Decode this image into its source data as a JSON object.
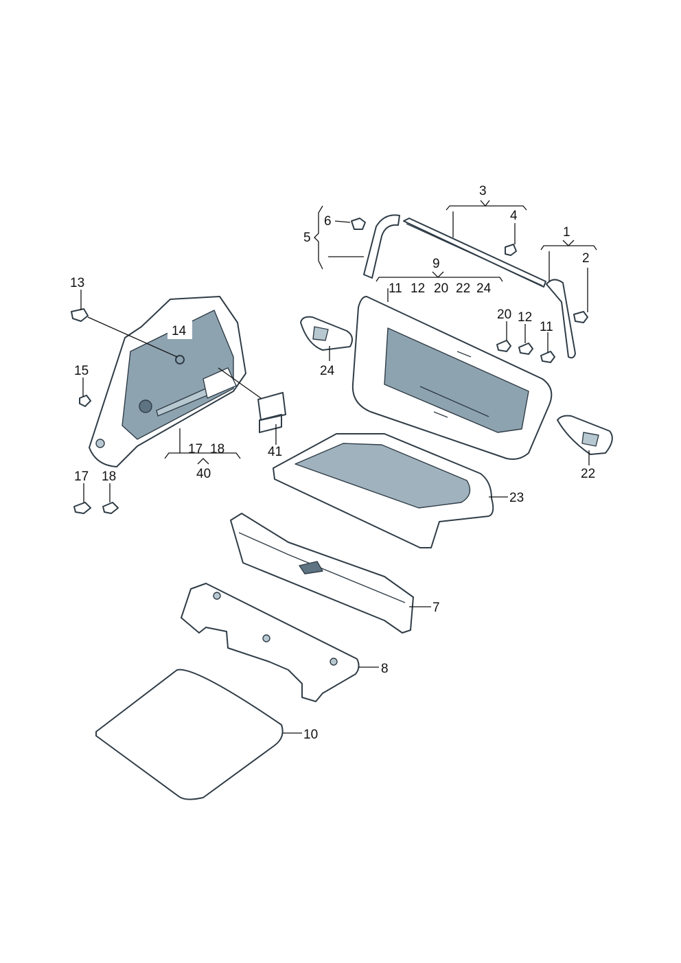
{
  "labels": {
    "l1": "1",
    "l2": "2",
    "l3": "3",
    "l4": "4",
    "l5": "5",
    "l6": "6",
    "l7": "7",
    "l8": "8",
    "l9": "9",
    "l10": "10",
    "l9_11": "11",
    "l9_12": "12",
    "l9_20": "20",
    "l9_22": "22",
    "l9_24": "24",
    "l13": "13",
    "l14": "14",
    "l15": "15",
    "l17a": "17",
    "l18a": "18",
    "l40": "40",
    "l41": "41",
    "l17b": "17",
    "l18b": "18",
    "l20": "20",
    "l12": "12",
    "l11": "11",
    "l24": "24",
    "l22": "22",
    "l23": "23"
  },
  "colors": {
    "part_fill": "#8aa0ad",
    "part_light": "#b8c8d1",
    "part_dark": "#5e7482",
    "outline": "#2f3c46",
    "label": "#111111"
  }
}
